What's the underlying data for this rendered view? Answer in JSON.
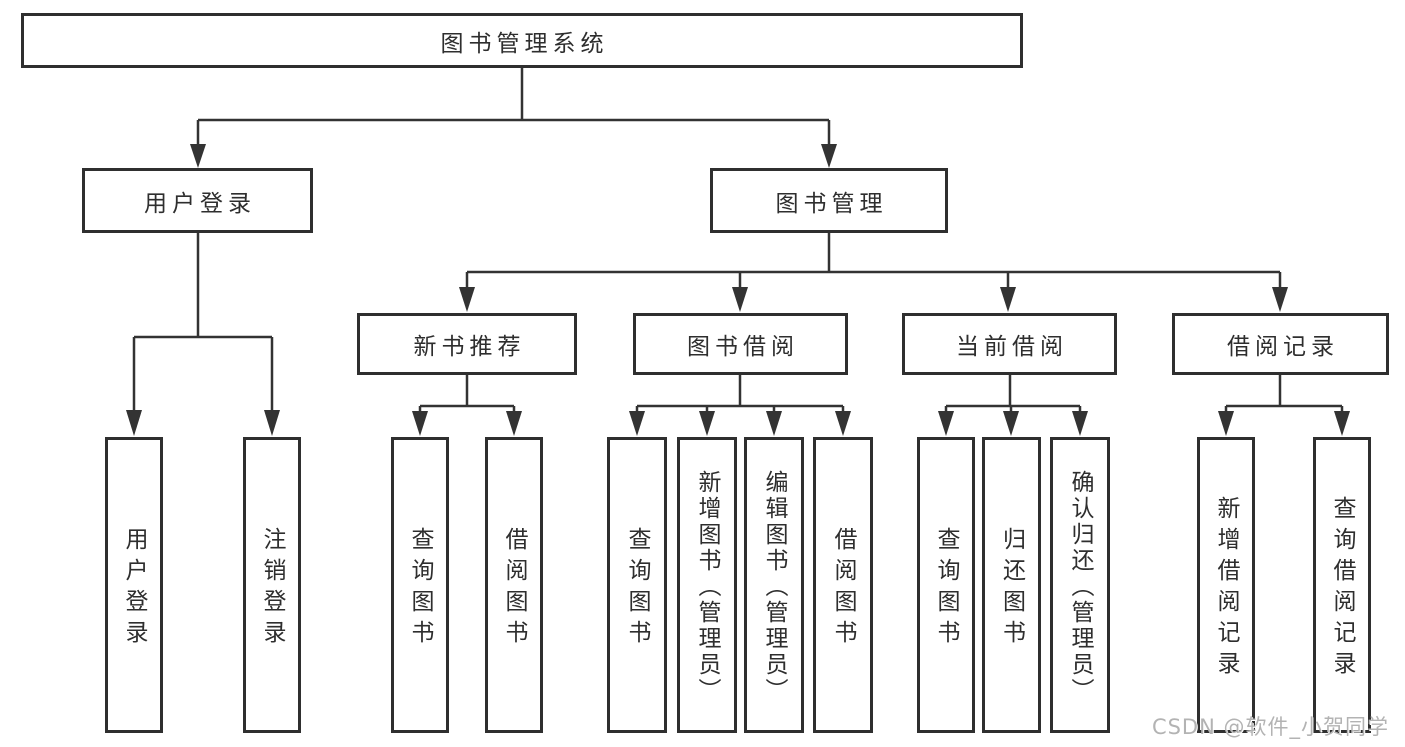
{
  "diagram_title": "图书管理系统",
  "tree": {
    "root": {
      "label": "图书管理系统"
    },
    "branches": [
      {
        "label": "用户登录",
        "children": [
          {
            "label": "用户登录"
          },
          {
            "label": "注销登录"
          }
        ]
      },
      {
        "label": "图书管理",
        "children": [
          {
            "label": "新书推荐",
            "children": [
              {
                "label": "查询图书"
              },
              {
                "label": "借阅图书"
              }
            ]
          },
          {
            "label": "图书借阅",
            "children": [
              {
                "label": "查询图书"
              },
              {
                "label": "新增图书（管理员）"
              },
              {
                "label": "编辑图书（管理员）"
              },
              {
                "label": "借阅图书"
              }
            ]
          },
          {
            "label": "当前借阅",
            "children": [
              {
                "label": "查询图书"
              },
              {
                "label": "归还图书"
              },
              {
                "label": "确认归还（管理员）"
              }
            ]
          },
          {
            "label": "借阅记录",
            "children": [
              {
                "label": "新增借阅记录"
              },
              {
                "label": "查询借阅记录"
              }
            ]
          }
        ]
      }
    ]
  },
  "watermark": {
    "text": "CSDN @软件_小贺同学"
  },
  "colors": {
    "background": "#ffffff",
    "line": "#333333",
    "box_border": "#2f2f2f",
    "text": "#2e2e2e",
    "watermark": "#b3b3b3"
  }
}
